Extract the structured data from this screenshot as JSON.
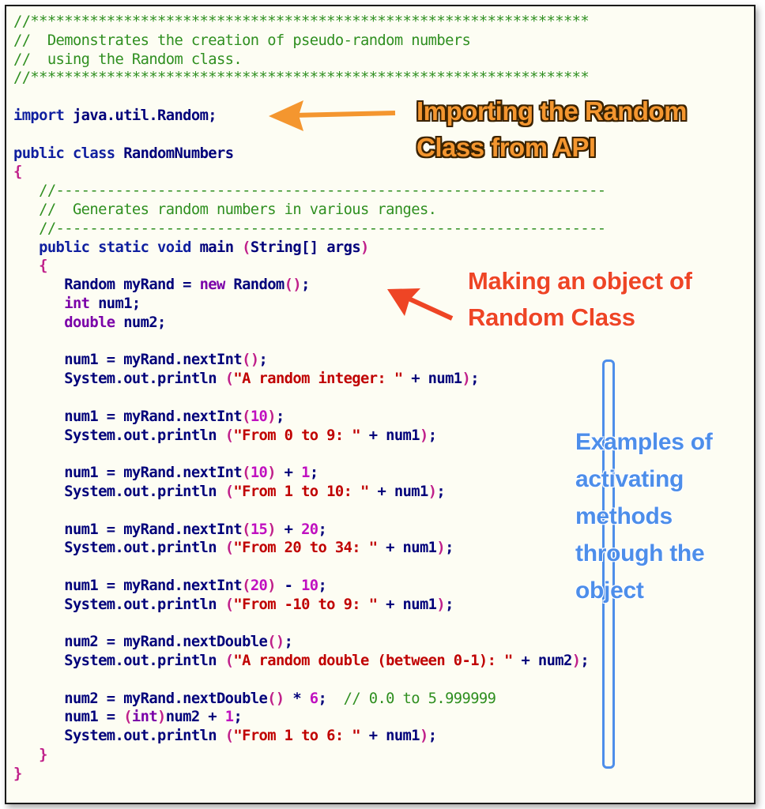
{
  "code_lines": [
    [
      {
        "t": "//******************************************************************",
        "c": "cm"
      }
    ],
    [
      {
        "t": "//  Demonstrates the creation of pseudo-random numbers",
        "c": "cm"
      }
    ],
    [
      {
        "t": "//  using the Random class.",
        "c": "cm"
      }
    ],
    [
      {
        "t": "//******************************************************************",
        "c": "cm"
      }
    ],
    [],
    [
      {
        "t": "import",
        "c": "kwb"
      },
      {
        "t": " java.util.Random;"
      }
    ],
    [],
    [
      {
        "t": "public class",
        "c": "kwb"
      },
      {
        "t": " RandomNumbers"
      }
    ],
    [
      {
        "t": "{",
        "c": "op"
      }
    ],
    [
      {
        "t": "   "
      },
      {
        "t": "//-----------------------------------------------------------------",
        "c": "cm"
      }
    ],
    [
      {
        "t": "   "
      },
      {
        "t": "//  Generates random numbers in various ranges.",
        "c": "cm"
      }
    ],
    [
      {
        "t": "   "
      },
      {
        "t": "//-----------------------------------------------------------------",
        "c": "cm"
      }
    ],
    [
      {
        "t": "   "
      },
      {
        "t": "public static void",
        "c": "kwb"
      },
      {
        "t": " main "
      },
      {
        "t": "(",
        "c": "par"
      },
      {
        "t": "String[] args"
      },
      {
        "t": ")",
        "c": "par"
      }
    ],
    [
      {
        "t": "   "
      },
      {
        "t": "{",
        "c": "op"
      }
    ],
    [
      {
        "t": "      Random myRand = "
      },
      {
        "t": "new",
        "c": "kw"
      },
      {
        "t": " Random"
      },
      {
        "t": "()",
        "c": "par"
      },
      {
        "t": ";"
      }
    ],
    [
      {
        "t": "      "
      },
      {
        "t": "int",
        "c": "kw"
      },
      {
        "t": " num1;"
      }
    ],
    [
      {
        "t": "      "
      },
      {
        "t": "double",
        "c": "kw"
      },
      {
        "t": " num2;"
      }
    ],
    [],
    [
      {
        "t": "      num1 = myRand.nextInt"
      },
      {
        "t": "()",
        "c": "par"
      },
      {
        "t": ";"
      }
    ],
    [
      {
        "t": "      System.out.println "
      },
      {
        "t": "(",
        "c": "par"
      },
      {
        "t": "\"A random integer: \"",
        "c": "str"
      },
      {
        "t": " + num1"
      },
      {
        "t": ")",
        "c": "par"
      },
      {
        "t": ";"
      }
    ],
    [],
    [
      {
        "t": "      num1 = myRand.nextInt"
      },
      {
        "t": "(",
        "c": "par"
      },
      {
        "t": "10",
        "c": "num"
      },
      {
        "t": ")",
        "c": "par"
      },
      {
        "t": ";"
      }
    ],
    [
      {
        "t": "      System.out.println "
      },
      {
        "t": "(",
        "c": "par"
      },
      {
        "t": "\"From 0 to 9: \"",
        "c": "str"
      },
      {
        "t": " + num1"
      },
      {
        "t": ")",
        "c": "par"
      },
      {
        "t": ";"
      }
    ],
    [],
    [
      {
        "t": "      num1 = myRand.nextInt"
      },
      {
        "t": "(",
        "c": "par"
      },
      {
        "t": "10",
        "c": "num"
      },
      {
        "t": ")",
        "c": "par"
      },
      {
        "t": " + "
      },
      {
        "t": "1",
        "c": "num"
      },
      {
        "t": ";"
      }
    ],
    [
      {
        "t": "      System.out.println "
      },
      {
        "t": "(",
        "c": "par"
      },
      {
        "t": "\"From 1 to 10: \"",
        "c": "str"
      },
      {
        "t": " + num1"
      },
      {
        "t": ")",
        "c": "par"
      },
      {
        "t": ";"
      }
    ],
    [],
    [
      {
        "t": "      num1 = myRand.nextInt"
      },
      {
        "t": "(",
        "c": "par"
      },
      {
        "t": "15",
        "c": "num"
      },
      {
        "t": ")",
        "c": "par"
      },
      {
        "t": " + "
      },
      {
        "t": "20",
        "c": "num"
      },
      {
        "t": ";"
      }
    ],
    [
      {
        "t": "      System.out.println "
      },
      {
        "t": "(",
        "c": "par"
      },
      {
        "t": "\"From 20 to 34: \"",
        "c": "str"
      },
      {
        "t": " + num1"
      },
      {
        "t": ")",
        "c": "par"
      },
      {
        "t": ";"
      }
    ],
    [],
    [
      {
        "t": "      num1 = myRand.nextInt"
      },
      {
        "t": "(",
        "c": "par"
      },
      {
        "t": "20",
        "c": "num"
      },
      {
        "t": ")",
        "c": "par"
      },
      {
        "t": " - "
      },
      {
        "t": "10",
        "c": "num"
      },
      {
        "t": ";"
      }
    ],
    [
      {
        "t": "      System.out.println "
      },
      {
        "t": "(",
        "c": "par"
      },
      {
        "t": "\"From -10 to 9: \"",
        "c": "str"
      },
      {
        "t": " + num1"
      },
      {
        "t": ")",
        "c": "par"
      },
      {
        "t": ";"
      }
    ],
    [],
    [
      {
        "t": "      num2 = myRand.nextDouble"
      },
      {
        "t": "()",
        "c": "par"
      },
      {
        "t": ";"
      }
    ],
    [
      {
        "t": "      System.out.println "
      },
      {
        "t": "(",
        "c": "par"
      },
      {
        "t": "\"A random double (between 0-1): \"",
        "c": "str"
      },
      {
        "t": " + num2"
      },
      {
        "t": ")",
        "c": "par"
      },
      {
        "t": ";"
      }
    ],
    [],
    [
      {
        "t": "      num2 = myRand.nextDouble"
      },
      {
        "t": "()",
        "c": "par"
      },
      {
        "t": " * "
      },
      {
        "t": "6",
        "c": "num"
      },
      {
        "t": ";  "
      },
      {
        "t": "// 0.0 to 5.999999",
        "c": "cm"
      }
    ],
    [
      {
        "t": "      num1 = "
      },
      {
        "t": "(",
        "c": "par"
      },
      {
        "t": "int",
        "c": "kw"
      },
      {
        "t": ")",
        "c": "par"
      },
      {
        "t": "num2 + "
      },
      {
        "t": "1",
        "c": "num"
      },
      {
        "t": ";"
      }
    ],
    [
      {
        "t": "      System.out.println "
      },
      {
        "t": "(",
        "c": "par"
      },
      {
        "t": "\"From 1 to 6: \"",
        "c": "str"
      },
      {
        "t": " + num1"
      },
      {
        "t": ")",
        "c": "par"
      },
      {
        "t": ";"
      }
    ],
    [
      {
        "t": "   "
      },
      {
        "t": "}",
        "c": "op"
      }
    ],
    [
      {
        "t": "}",
        "c": "op"
      }
    ]
  ],
  "annotations": {
    "import": {
      "line1": "Importing the Random",
      "line2": "Class from API"
    },
    "object": {
      "line1": "Making an object of",
      "line2": "Random Class"
    },
    "methods": {
      "lines": [
        "Examples of",
        "activating",
        "methods",
        "through the",
        "object"
      ]
    }
  },
  "colors": {
    "import_annotation": "#f4962f",
    "object_annotation": "#ee4525",
    "methods_annotation": "#4d8eea",
    "editor_background": "#fdfdf3",
    "comment": "#2f8f20",
    "keyword": "#0f1f9f",
    "string": "#c00000",
    "number": "#c010c0"
  }
}
